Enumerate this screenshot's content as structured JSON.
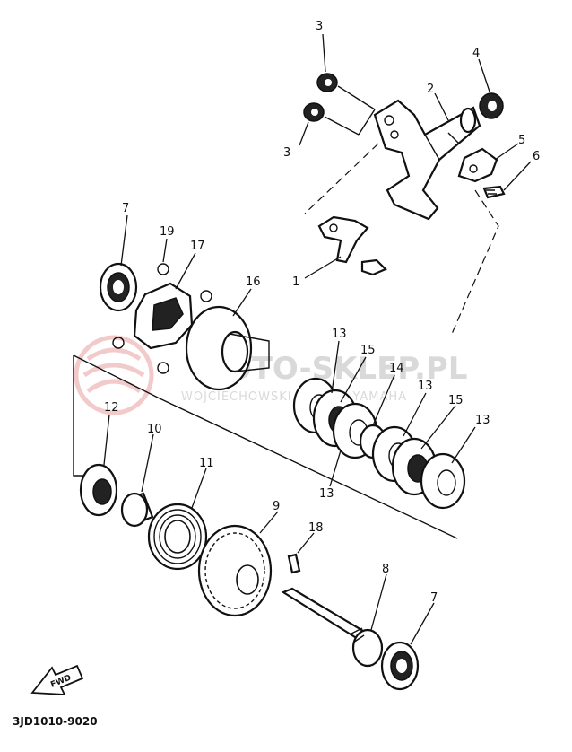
{
  "diagram": {
    "code": "3JD1010-9020",
    "fwd_label": "FWD",
    "watermark": {
      "main": "MOTO-SKLEP.PL",
      "sub": "WOJCIECHOWSKI DEALER YAMAHA"
    },
    "callouts": [
      "1",
      "2",
      "3",
      "3",
      "4",
      "5",
      "6",
      "7",
      "7",
      "8",
      "9",
      "10",
      "11",
      "12",
      "13",
      "13",
      "13",
      "13",
      "14",
      "15",
      "15",
      "16",
      "17",
      "18",
      "19"
    ],
    "colors": {
      "ink": "#111111",
      "watermark": "#d9d9d9",
      "logo": "#e9a0a0"
    }
  }
}
